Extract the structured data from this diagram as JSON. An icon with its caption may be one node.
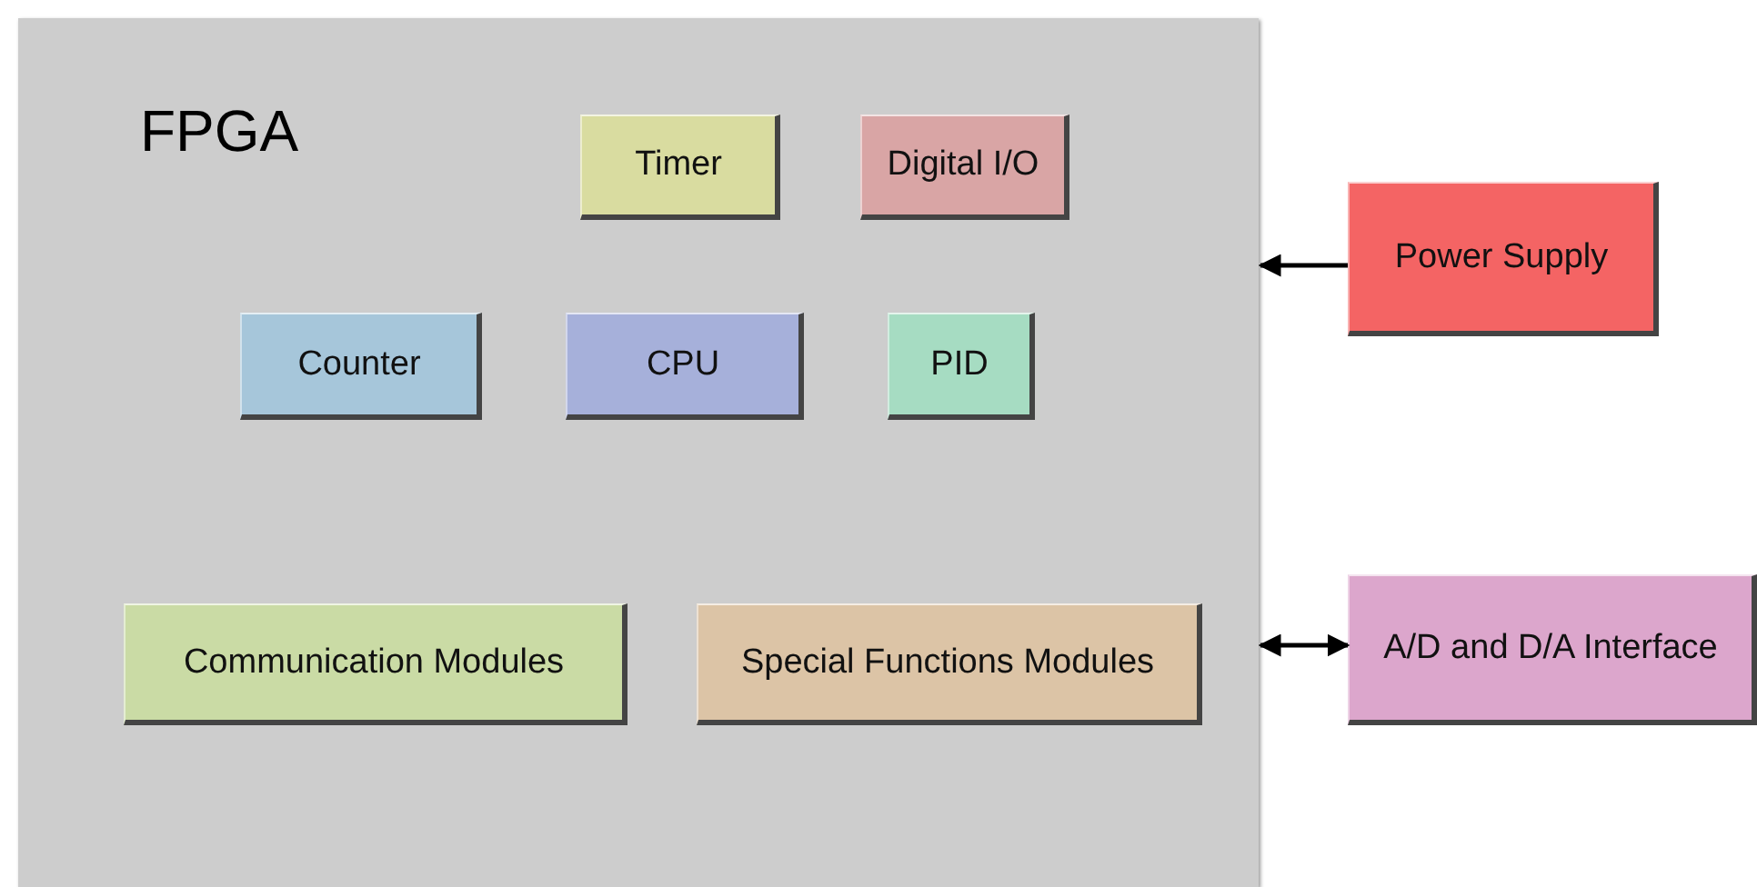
{
  "diagram": {
    "nodes": [
      {
        "text": [
          "FPGA"
        ]
      },
      {
        "text": [
          "Timer"
        ],
        "in": 0
      },
      {
        "text": [
          "Digital I/O"
        ],
        "in": 0
      },
      {
        "text": [
          "Counter"
        ],
        "in": 0
      },
      {
        "text": [
          "CPU"
        ],
        "in": 0
      },
      {
        "text": [
          "PID"
        ],
        "in": 0
      },
      {
        "text": [
          "Communication Modules"
        ],
        "in": 0
      },
      {
        "text": [
          "Special Functions Modules"
        ],
        "in": 0
      },
      {
        "text": [
          "Power Supply"
        ]
      },
      {
        "text": [
          "A/D and D/A Interface"
        ]
      }
    ],
    "edges": [
      {
        "from": 8,
        "to": 0,
        "arrow": "to"
      },
      {
        "from": 9,
        "to": 0,
        "arrow": "both"
      }
    ]
  }
}
